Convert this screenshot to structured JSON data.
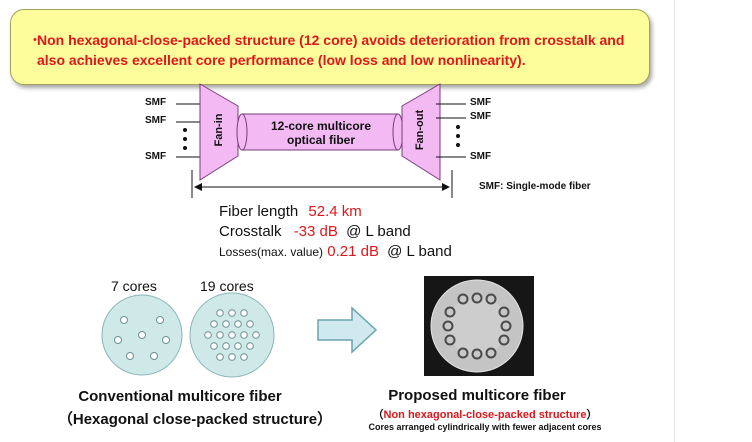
{
  "banner": {
    "bullet": "・",
    "text": "Non hexagonal-close-packed structure (12 core) avoids deterioration from crosstalk and also achieves excellent core performance (low loss and low nonlinearity)."
  },
  "diagram": {
    "smf_label": "SMF",
    "fan_in_label": "Fan-in",
    "fan_out_label": "Fan-out",
    "fiber_label_line1": "12-core multicore",
    "fiber_label_line2": "optical fiber",
    "smf_legend": "SMF: Single-mode fiber"
  },
  "specs": {
    "length_label": "Fiber length",
    "length_value": "52.4 km",
    "crosstalk_label": "Crosstalk",
    "crosstalk_value": "-33 dB",
    "crosstalk_suffix": "@  L band",
    "loss_label": "Losses",
    "loss_qualifier": "(max. value)",
    "loss_value": "0.21 dB",
    "loss_suffix": "@  L band"
  },
  "conventional": {
    "label_7": "7 cores",
    "label_19": "19 cores",
    "title": "Conventional multicore fiber",
    "subtitle": "（Hexagonal close-packed structure）"
  },
  "proposed": {
    "title": "Proposed multicore fiber",
    "subtitle_open": "（",
    "subtitle_red": "Non hexagonal-close-packed structure",
    "subtitle_close": "）",
    "note": "Cores arranged cylindrically with fewer adjacent cores"
  },
  "colors": {
    "accent_red": "#e0161b",
    "banner_fill": "#fdfd9c",
    "fan_fill": "#f2b9f2",
    "fiber_circle_fill": "#cfe9e9"
  }
}
